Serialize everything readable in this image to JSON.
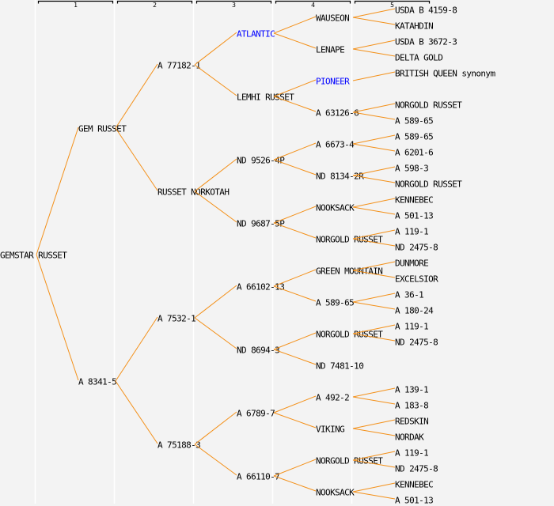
{
  "colors": {
    "background": "#f3f3f3",
    "guide": "#ffffff",
    "line": "#f39019",
    "text": "#000000",
    "highlight": "#0000ff",
    "bracket": "#000000"
  },
  "columns": [
    "1",
    "2",
    "3",
    "4",
    "5"
  ],
  "tree": {
    "label": "GEMSTAR RUSSET",
    "children": [
      {
        "label": "GEM RUSSET",
        "children": [
          {
            "label": "A 77182-1",
            "children": [
              {
                "label": "ATLANTIC",
                "highlight": true,
                "children": [
                  {
                    "label": "WAUSEON",
                    "children": [
                      {
                        "label": "USDA B 4159-8"
                      },
                      {
                        "label": "KATAHDIN"
                      }
                    ]
                  },
                  {
                    "label": "LENAPE",
                    "children": [
                      {
                        "label": "USDA B 3672-3"
                      },
                      {
                        "label": "DELTA GOLD"
                      }
                    ]
                  }
                ]
              },
              {
                "label": "LEMHI RUSSET",
                "children": [
                  {
                    "label": "PIONEER",
                    "highlight": true,
                    "children": [
                      {
                        "label": "BRITISH QUEEN synonym"
                      }
                    ]
                  },
                  {
                    "label": "A 63126-6",
                    "children": [
                      {
                        "label": "NORGOLD RUSSET"
                      },
                      {
                        "label": "A 589-65"
                      }
                    ]
                  }
                ]
              }
            ]
          },
          {
            "label": "RUSSET NORKOTAH",
            "children": [
              {
                "label": "ND 9526-4P",
                "children": [
                  {
                    "label": "A 6673-4",
                    "children": [
                      {
                        "label": "A 589-65"
                      },
                      {
                        "label": "A 6201-6"
                      }
                    ]
                  },
                  {
                    "label": "ND 8134-2R",
                    "children": [
                      {
                        "label": "A 598-3"
                      },
                      {
                        "label": "NORGOLD RUSSET"
                      }
                    ]
                  }
                ]
              },
              {
                "label": "ND 9687-5P",
                "children": [
                  {
                    "label": "NOOKSACK",
                    "children": [
                      {
                        "label": "KENNEBEC"
                      },
                      {
                        "label": "A 501-13"
                      }
                    ]
                  },
                  {
                    "label": "NORGOLD RUSSET",
                    "children": [
                      {
                        "label": "A 119-1"
                      },
                      {
                        "label": "ND 2475-8"
                      }
                    ]
                  }
                ]
              }
            ]
          }
        ]
      },
      {
        "label": "A 8341-5",
        "children": [
          {
            "label": "A 7532-1",
            "children": [
              {
                "label": "A 66102-13",
                "children": [
                  {
                    "label": "GREEN MOUNTAIN",
                    "children": [
                      {
                        "label": "DUNMORE"
                      },
                      {
                        "label": "EXCELSIOR"
                      }
                    ]
                  },
                  {
                    "label": "A 589-65",
                    "children": [
                      {
                        "label": "A 36-1"
                      },
                      {
                        "label": "A 180-24"
                      }
                    ]
                  }
                ]
              },
              {
                "label": "ND 8694-3",
                "children": [
                  {
                    "label": "NORGOLD RUSSET",
                    "children": [
                      {
                        "label": "A 119-1"
                      },
                      {
                        "label": "ND 2475-8"
                      }
                    ]
                  },
                  {
                    "label": "ND 7481-10"
                  }
                ]
              }
            ]
          },
          {
            "label": "A 75188-3",
            "children": [
              {
                "label": "A 6789-7",
                "children": [
                  {
                    "label": "A 492-2",
                    "children": [
                      {
                        "label": "A 139-1"
                      },
                      {
                        "label": "A 183-8"
                      }
                    ]
                  },
                  {
                    "label": "VIKING",
                    "children": [
                      {
                        "label": "REDSKIN"
                      },
                      {
                        "label": "NORDAK"
                      }
                    ]
                  }
                ]
              },
              {
                "label": "A 66110-7",
                "children": [
                  {
                    "label": "NORGOLD RUSSET",
                    "children": [
                      {
                        "label": "A 119-1"
                      },
                      {
                        "label": "ND 2475-8"
                      }
                    ]
                  },
                  {
                    "label": "NOOKSACK",
                    "children": [
                      {
                        "label": "KENNEBEC"
                      },
                      {
                        "label": "A 501-13"
                      }
                    ]
                  }
                ]
              }
            ]
          }
        ]
      }
    ]
  }
}
